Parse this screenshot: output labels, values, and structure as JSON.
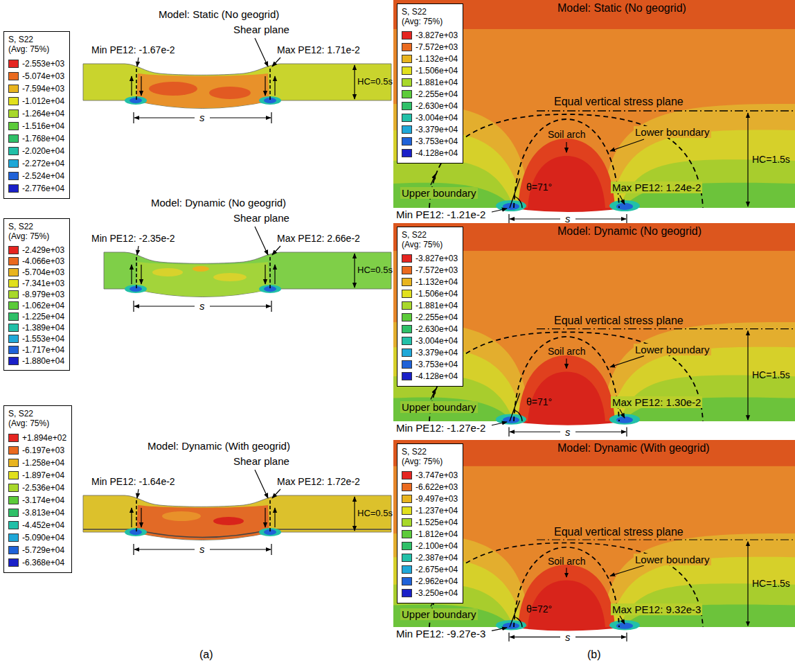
{
  "diagram": {
    "nodes": [
      {
        "text": [
          "S, S22",
          "(Avg: 75%)"
        ]
      },
      {
        "text": [
          "S, S22",
          "(Avg: 75%)"
        ]
      },
      {
        "text": [
          "S, S22",
          "(Avg: 75%)"
        ]
      },
      {
        "text": [
          "S, S22",
          "(Avg: 75%)"
        ]
      },
      {
        "text": [
          "S, S22",
          "(Avg: 75%)"
        ]
      },
      {
        "text": [
          "S, S22",
          "(Avg: 75%)"
        ]
      }
    ],
    "labels": [
      "Model: Static (No geogrid)",
      "Shear plane",
      "Min PE12: -1.67e-2",
      "Max PE12: 1.71e-2",
      "HC=0.5s",
      "s",
      "Model: Dynamic (No geogrid)",
      "Shear plane",
      "Min PE12: -2.35e-2",
      "Max PE12: 2.66e-2",
      "HC=0.5s",
      "s",
      "Model: Dynamic (With geogrid)",
      "Shear plane",
      "Min PE12: -1.64e-2",
      "Max PE12: 1.72e-2",
      "HC=0.5s",
      "s",
      "Model: Static (No geogrid)",
      "Equal vertical stress plane",
      "Upper boundary",
      "Lower boundary",
      "Soil arch",
      "θ=71°",
      "Max PE12: 1.24e-2",
      "Min PE12: -1.21e-2",
      "HC=1.5s",
      "s",
      "Model: Dynamic (No geogrid)",
      "Equal vertical stress plane",
      "Upper boundary",
      "Lower boundary",
      "Soil arch",
      "θ=71°",
      "Max PE12: 1.30e-2",
      "Min PE12: -1.27e-2",
      "HC=1.5s",
      "s",
      "Model: Dynamic (With geogrid)",
      "Equal vertical stress plane",
      "Upper boundary",
      "Lower boundary",
      "Soil arch",
      "θ=72°",
      "Max PE12: 9.32e-3",
      "Min PE12: -9.27e-3",
      "HC=1.5s",
      "s",
      "(a)",
      "(b)"
    ],
    "legend": [
      {
        "text": "-2.553e+03",
        "color": "#e52521"
      },
      {
        "text": "-5.074e+03",
        "color": "#ea6a1f"
      },
      {
        "text": "-7.594e+03",
        "color": "#e8b41f"
      },
      {
        "text": "-1.012e+04",
        "color": "#e1e01e"
      },
      {
        "text": "-1.264e+04",
        "color": "#a8d82a"
      },
      {
        "text": "-1.516e+04",
        "color": "#5ccb3a"
      },
      {
        "text": "-1.768e+04",
        "color": "#2fc068"
      },
      {
        "text": "-2.020e+04",
        "color": "#22c0a8"
      },
      {
        "text": "-2.272e+04",
        "color": "#1fa8d8"
      },
      {
        "text": "-2.524e+04",
        "color": "#1f62d8"
      },
      {
        "text": "-2.776e+04",
        "color": "#1a20c8"
      },
      {
        "text": "-2.429e+03",
        "color": "#e52521"
      },
      {
        "text": "-4.066e+03",
        "color": "#ea6a1f"
      },
      {
        "text": "-5.704e+03",
        "color": "#e8b41f"
      },
      {
        "text": "-7.341e+03",
        "color": "#e1e01e"
      },
      {
        "text": "-8.979e+03",
        "color": "#a8d82a"
      },
      {
        "text": "-1.062e+04",
        "color": "#5ccb3a"
      },
      {
        "text": "-1.225e+04",
        "color": "#2fc068"
      },
      {
        "text": "-1.389e+04",
        "color": "#22c0a8"
      },
      {
        "text": "-1.553e+04",
        "color": "#1fa8d8"
      },
      {
        "text": "-1.717e+04",
        "color": "#1f62d8"
      },
      {
        "text": "-1.880e+04",
        "color": "#1a20c8"
      },
      {
        "text": "+1.894e+02",
        "color": "#e52521"
      },
      {
        "text": "-6.197e+03",
        "color": "#ea6a1f"
      },
      {
        "text": "-1.258e+04",
        "color": "#e8b41f"
      },
      {
        "text": "-1.897e+04",
        "color": "#e1e01e"
      },
      {
        "text": "-2.536e+04",
        "color": "#a8d82a"
      },
      {
        "text": "-3.174e+04",
        "color": "#5ccb3a"
      },
      {
        "text": "-3.813e+04",
        "color": "#2fc068"
      },
      {
        "text": "-4.452e+04",
        "color": "#22c0a8"
      },
      {
        "text": "-5.090e+04",
        "color": "#1fa8d8"
      },
      {
        "text": "-5.729e+04",
        "color": "#1f62d8"
      },
      {
        "text": "-6.368e+04",
        "color": "#1a20c8"
      },
      {
        "text": "-3.827e+03",
        "color": "#e52521"
      },
      {
        "text": "-7.572e+03",
        "color": "#ea6a1f"
      },
      {
        "text": "-1.132e+04",
        "color": "#e8b41f"
      },
      {
        "text": "-1.506e+04",
        "color": "#e1e01e"
      },
      {
        "text": "-1.881e+04",
        "color": "#a8d82a"
      },
      {
        "text": "-2.255e+04",
        "color": "#5ccb3a"
      },
      {
        "text": "-2.630e+04",
        "color": "#2fc068"
      },
      {
        "text": "-3.004e+04",
        "color": "#22c0a8"
      },
      {
        "text": "-3.379e+04",
        "color": "#1fa8d8"
      },
      {
        "text": "-3.753e+04",
        "color": "#1f62d8"
      },
      {
        "text": "-4.128e+04",
        "color": "#1a20c8"
      },
      {
        "text": "-3.827e+03",
        "color": "#e52521"
      },
      {
        "text": "-7.572e+03",
        "color": "#ea6a1f"
      },
      {
        "text": "-1.132e+04",
        "color": "#e8b41f"
      },
      {
        "text": "-1.506e+04",
        "color": "#e1e01e"
      },
      {
        "text": "-1.881e+04",
        "color": "#a8d82a"
      },
      {
        "text": "-2.255e+04",
        "color": "#5ccb3a"
      },
      {
        "text": "-2.630e+04",
        "color": "#2fc068"
      },
      {
        "text": "-3.004e+04",
        "color": "#22c0a8"
      },
      {
        "text": "-3.379e+04",
        "color": "#1fa8d8"
      },
      {
        "text": "-3.753e+04",
        "color": "#1f62d8"
      },
      {
        "text": "-4.128e+04",
        "color": "#1a20c8"
      },
      {
        "text": "-3.747e+03",
        "color": "#e52521"
      },
      {
        "text": "-6.622e+03",
        "color": "#ea6a1f"
      },
      {
        "text": "-9.497e+03",
        "color": "#e8b41f"
      },
      {
        "text": "-1.237e+04",
        "color": "#e1e01e"
      },
      {
        "text": "-1.525e+04",
        "color": "#a8d82a"
      },
      {
        "text": "-1.812e+04",
        "color": "#5ccb3a"
      },
      {
        "text": "-2.100e+04",
        "color": "#2fc068"
      },
      {
        "text": "-2.387e+04",
        "color": "#22c0a8"
      },
      {
        "text": "-2.675e+04",
        "color": "#1fa8d8"
      },
      {
        "text": "-2.962e+04",
        "color": "#1f62d8"
      },
      {
        "text": "-3.250e+04",
        "color": "#1a20c8"
      }
    ]
  }
}
